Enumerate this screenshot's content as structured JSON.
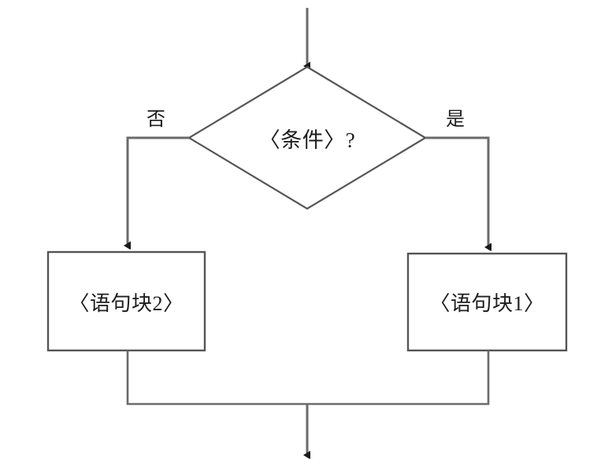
{
  "diagram": {
    "type": "flowchart",
    "title": "if-else conditional flowchart",
    "background_color": "#ffffff",
    "line_color": "#6b6b6b",
    "box_border_color": "#555555",
    "text_color": "#1d1d1d",
    "nodes": {
      "entry": {
        "name": "entry-arrow",
        "shape": "arrow"
      },
      "condition": {
        "name": "condition-diamond",
        "shape": "diamond",
        "label": "〈条件〉?"
      },
      "process_yes": {
        "name": "process-block-1",
        "shape": "rectangle",
        "label": "〈语句块1〉"
      },
      "process_no": {
        "name": "process-block-2",
        "shape": "rectangle",
        "label": "〈语句块2〉"
      },
      "exit": {
        "name": "exit-arrow",
        "shape": "arrow"
      }
    },
    "edges": {
      "no_branch_label": "否",
      "yes_branch_label": "是"
    }
  }
}
